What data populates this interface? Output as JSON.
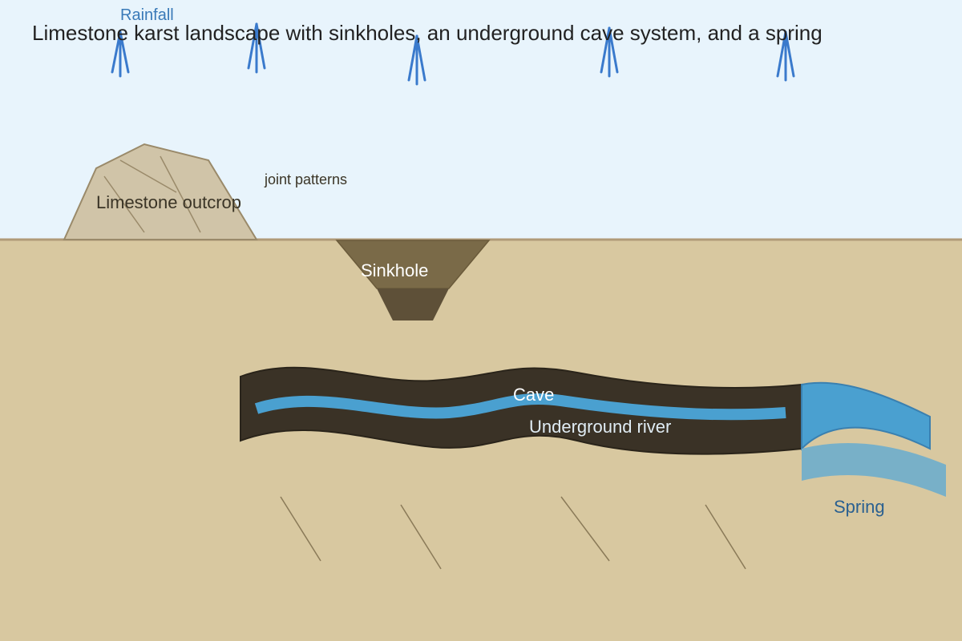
{
  "title": "Limestone karst landscape with sinkholes, an underground cave system, and a spring",
  "labels": {
    "rainfall": "Rainfall",
    "joint_patterns": "joint patterns",
    "limestone_outcrop": "Limestone outcrop",
    "sinkhole": "Sinkhole",
    "cave": "Cave",
    "underground_river": "Underground river",
    "spring": "Spring"
  },
  "colors": {
    "sky": "#e8f4fc",
    "ground": "#d8c8a0",
    "ground_line": "#b09a78",
    "outcrop": "#d0c4a8",
    "outcrop_edge": "#9a8a6a",
    "sinkhole_upper": "#7a6a48",
    "sinkhole_lower": "#5e5038",
    "cave": "#3a3226",
    "water": "#4aa0d0",
    "spring_outflow": "#78b0c8",
    "rain": "#3a7acc",
    "rain_label": "#3a7ab8",
    "spring_label": "#2a6090",
    "title_text": "#222222",
    "dark_text": "#3a3426",
    "light_text": "#ffffff"
  }
}
